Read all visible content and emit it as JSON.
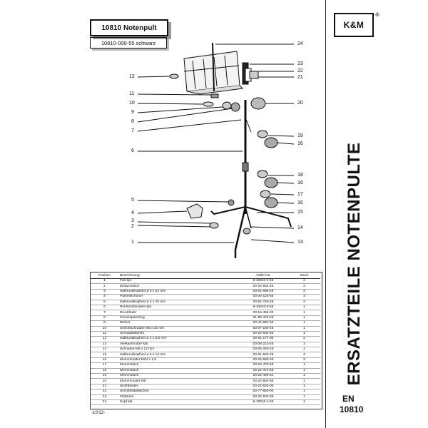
{
  "header": {
    "model": "10810 Notenpult",
    "variant": "10810-000-55 schwarz"
  },
  "sidebar": {
    "brand": "K&M",
    "brand_mark": "®",
    "title": "ERSATZTEILE NOTENPULTE",
    "language": "EN",
    "article": "10810"
  },
  "callouts_left": [
    "12",
    "11",
    "10",
    "9",
    "8",
    "7",
    "6",
    "5",
    "4",
    "3",
    "2",
    "1"
  ],
  "callouts_right": [
    "24",
    "23",
    "22",
    "21",
    "20",
    "19",
    "16",
    "18",
    "16",
    "17",
    "16",
    "15",
    "14",
    "13"
  ],
  "table": {
    "columns": [
      "Position",
      "Bezeichnung",
      "Artikel-Nr.",
      "Stück"
    ],
    "rows": [
      [
        "1",
        "Fuß kpl.",
        "6-10810-2-55",
        "3"
      ],
      [
        "2",
        "Distanzstück",
        "03-22-552-55",
        "3"
      ],
      [
        "3",
        "Halbrundkopfniet ø 5 x 22 mm",
        "03-61-685-29",
        "3"
      ],
      [
        "4",
        "Parkettschoner",
        "03-20-125-55",
        "3"
      ],
      [
        "5",
        "Halbrundkopfniet ø 5 x 20 mm",
        "03-61-720-29",
        "3"
      ],
      [
        "6",
        "Rohrkombination kpl.",
        "6-10810-0-55",
        "1"
      ],
      [
        "7",
        "Druckfeder",
        "03-15-455-00",
        "1"
      ],
      [
        "8",
        "Konusspannring",
        "01-85-475-55",
        "1"
      ],
      [
        "9",
        "Dreher",
        "03-41-994-55",
        "1"
      ],
      [
        "10",
        "Schloßschraube M5 x 30 mm",
        "03-07-160-45",
        "1"
      ],
      [
        "11",
        "Schutzplättchen",
        "03-22-634-55",
        "1"
      ],
      [
        "12",
        "Halbrundkopfniet ø 4 x 8,5 mm",
        "03-61-177-00",
        "2"
      ],
      [
        "13",
        "Vierkantmutter M5",
        "03-08-210-28",
        "1"
      ],
      [
        "14",
        "Schraube M5 x 12 mm",
        "03-05-340-25",
        "1"
      ],
      [
        "15",
        "Halbrundkopfniet ø 5 x 13 mm",
        "03-61-640-29",
        "3"
      ],
      [
        "16",
        "Klemmmutter M24 x 1,5",
        "03-22-683-55",
        "3"
      ],
      [
        "17",
        "Klemmstück",
        "03-22-473-55",
        "1"
      ],
      [
        "18",
        "Klemmstück",
        "03-22-471-59",
        "1"
      ],
      [
        "19",
        "Klemmstück",
        "03-22-469-61",
        "1"
      ],
      [
        "20",
        "Klemmmutter M5",
        "03-22-682-55",
        "1"
      ],
      [
        "21",
        "Sichtfenster",
        "03-22-533-00",
        "1"
      ],
      [
        "22",
        "Schriftfeldplättchen",
        "03-77-650-00",
        "1"
      ],
      [
        "23",
        "Füllstück",
        "03-22-532-55",
        "1"
      ],
      [
        "24",
        "Kopf kpl.",
        "6-10810-1-55",
        "1"
      ]
    ]
  },
  "footer": {
    "page_label": "-10/12-"
  }
}
